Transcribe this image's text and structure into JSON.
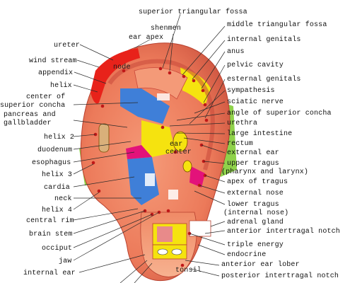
{
  "colors": {
    "ear_skin": "#ec7a5a",
    "ear_shadow": "#c9483a",
    "helix_red": "#e8221a",
    "yellow_zone": "#f5e30f",
    "green_zone": "#8fd24a",
    "blue_zone": "#3f7fd8",
    "magenta_zone": "#e3127a",
    "point_red": "#c01818"
  },
  "labels": {
    "superior_triangular_fossa": "superior triangular fossa",
    "shenmen": "shenmen",
    "ear_apex": "ear apex",
    "middle_triangular_fossa": "middle triangular fossa",
    "internal_genitals": "internal genitals",
    "anus": "anus",
    "pelvic_cavity": "pelvic cavity",
    "esternal_genitals": "esternal genitals",
    "sympathesis": "sympathesis",
    "sciatic_nerve": "sciatic nerve",
    "angle_superior_concha": "angle of superior concha",
    "urethra": "urethra",
    "large_intestine": "large intestine",
    "rectum": "rectum",
    "external_ear": "external ear",
    "upper_tragus": "upper tragus",
    "pharynx_larynx": "(pharynx and larynx)",
    "apex_tragus": "apex of tragus",
    "external_nose": "external nose",
    "lower_tragus": "lower tragus",
    "internal_nose": "(internal nose)",
    "adrenal_gland": "adrenal gland",
    "anterior_intertragal_notch": "anterior intertragal notch",
    "triple_energy": "triple energy",
    "endocrine": "endocrine",
    "anterior_ear_lober": "anterior ear lober",
    "posterior_intertragal_notch": "posterior intertragal notch",
    "tonsil": "tonsil",
    "ureter": "ureter",
    "wind_stream": "wind stream",
    "appendix": "appendix",
    "helix": "helix",
    "center_of": "center of",
    "superior_concha": "superior concha",
    "pancreas_and": "pancreas and",
    "gallbladder": "gallbladder",
    "helix_2": "helix 2",
    "duodenum": "duodenum",
    "esophagus": "esophagus",
    "helix_3": "helix 3",
    "cardia": "cardia",
    "neck": "neck",
    "helix_4": "helix 4",
    "central_rim": "central rim",
    "brain_stem": "brain stem",
    "occiput": "occiput",
    "jaw": "jaw",
    "internal_ear": "internal ear",
    "node": "node",
    "ear_center": "ear\ncenter",
    "ear_center_line1": "ear",
    "ear_center_line2": "center"
  }
}
